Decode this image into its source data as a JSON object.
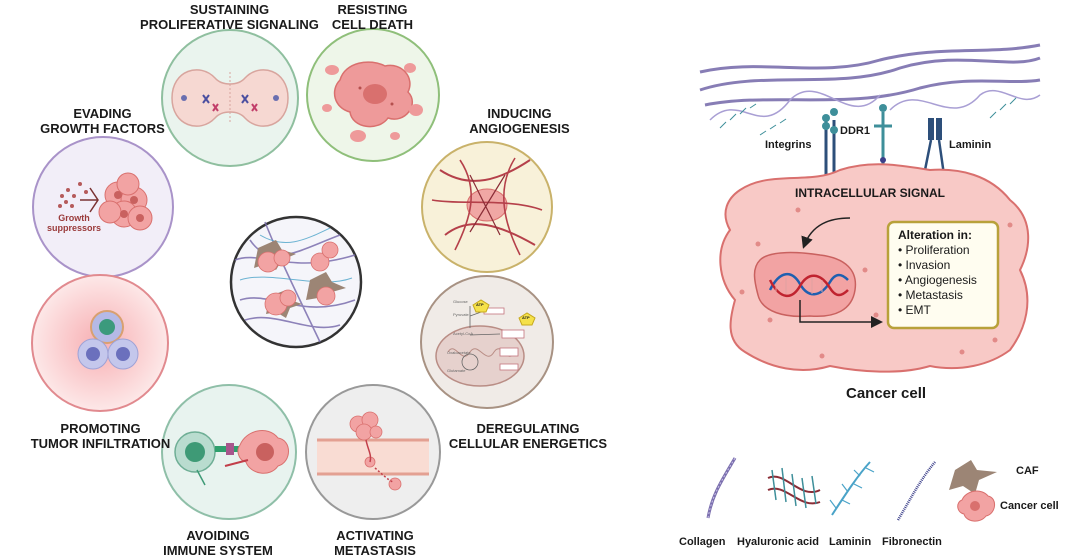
{
  "hallmarks": [
    {
      "line1": "SUSTAINING",
      "line2": "PROLIFERATIVE SIGNALING"
    },
    {
      "line1": "RESISTING",
      "line2": "CELL DEATH"
    },
    {
      "line1": "INDUCING",
      "line2": "ANGIOGENESIS"
    },
    {
      "line1": "EVADING",
      "line2": "GROWTH FACTORS"
    },
    {
      "line1": "DEREGULATING",
      "line2": "CELLULAR ENERGETICS"
    },
    {
      "line1": "PROMOTING",
      "line2": "TUMOR INFILTRATION"
    },
    {
      "line1": "AVOIDING",
      "line2": "IMMUNE SYSTEM"
    },
    {
      "line1": "ACTIVATING",
      "line2": "METASTASIS"
    }
  ],
  "growth_suppressors": {
    "line1": "Growth",
    "line2": "suppressors"
  },
  "atp_label": "ATP",
  "receptors": {
    "integrins": "Integrins",
    "ddr1": "DDR1",
    "laminin": "Laminin"
  },
  "intracellular_signal": "INTRACELLULAR SIGNAL",
  "alteration": {
    "title": "Alteration in",
    "items": [
      "Proliferation",
      "Invasion",
      "Angiogenesis",
      "Metastasis",
      "EMT"
    ]
  },
  "cancer_cell_title": "Cancer cell",
  "legend": {
    "collagen": "Collagen",
    "hyaluronic_acid": "Hyaluronic acid",
    "laminin": "Laminin",
    "fibronectin": "Fibronectin",
    "caf": "CAF",
    "cancer_cell": "Cancer cell"
  },
  "colors": {
    "cancer_cell": "#f4b6b3",
    "cancer_cell_dark": "#d9706e",
    "collagen": "#7b6fae",
    "caf": "#9c8575",
    "box_border": "#b8a13a",
    "box_fill": "#fffdf0"
  }
}
